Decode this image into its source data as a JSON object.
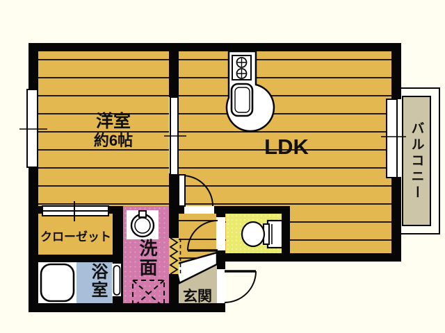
{
  "title": "apartment floor plan",
  "rooms": {
    "western_room": {
      "name": "洋室",
      "size": "約6帖"
    },
    "ldk": {
      "name": "LDK"
    },
    "balcony": {
      "name": "バルコニー"
    },
    "closet": {
      "name": "クローゼット"
    },
    "washroom": {
      "name": "洗面"
    },
    "bathroom": {
      "name": "浴室"
    },
    "entrance": {
      "name": "玄関"
    }
  },
  "icons": [
    "stove-icon",
    "sink-icon",
    "washbasin-icon",
    "laundry-pan-icon",
    "bathtub-icon",
    "toilet-icon",
    "accordion-door-icon",
    "door-swing-arc",
    "sliding-door-icon",
    "window-icon",
    "entry-step"
  ],
  "palette": {
    "gold": "#E3B851",
    "stripe": "#241a08",
    "pink": "#D27AAC",
    "blue": "#A9BED9",
    "toilet-green": "#E9EA6E",
    "genkan-beige": "#C8C0A0",
    "balcony-beige": "#CCC5A8",
    "cream": "#FFFEF0",
    "wall": "#060606",
    "zigzag-gold": "#E6C75C",
    "ink": "#111111"
  }
}
